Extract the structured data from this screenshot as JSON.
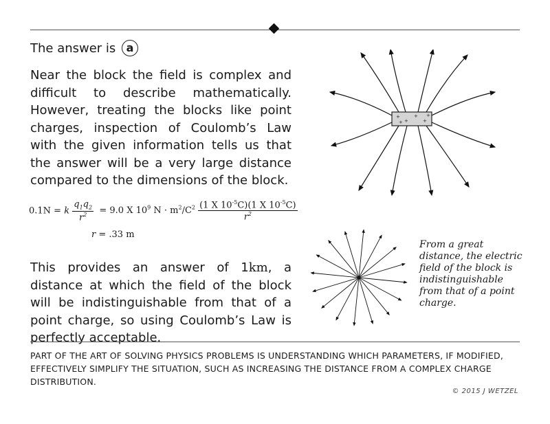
{
  "header": {
    "answer_prefix": "The answer is",
    "answer_letter": "a"
  },
  "paragraph1": "Near the block the field is complex and difficult to describe mathematically. However, treating the blocks like point charges, inspection of Coulomb’s Law with the given information tells us that the answer will be a very large distance compared to the dimensions of the block.",
  "equation1": {
    "lhs": "0.1N =",
    "k": "k",
    "frac1_num": "q1q2",
    "frac1_den": "r2",
    "mid": "= 9.0 X 10",
    "exp9": "9",
    "units": "N · m2/C2",
    "frac2_num": "(1 X 10-5C)(1 X 10-5C)",
    "frac2_den": "r2"
  },
  "equation2": {
    "lhs": "r",
    "rhs": "= .33 m"
  },
  "paragraph2": {
    "pre": "This provides an answer of 1",
    "unit": "km",
    "post": ", a distance at which the field of the block will be indistinguishable from that of a point charge, so using Coulomb’s Law is perfectly acceptable."
  },
  "caption": "From a great distance, the electric field of the block is indistinguishable from that of a point charge.",
  "footnote": "PART OF THE ART OF SOLVING PHYSICS PROBLEMS IS UNDERSTANDING WHICH PARAMETERS, IF MODIFIED, EFFECTIVELY SIMPLIFY THE SITUATION, SUCH AS INCREASING THE DISTANCE FROM A COMPLEX CHARGE DISTRIBUTION.",
  "copyright": "© 2015 J WETZEL"
}
